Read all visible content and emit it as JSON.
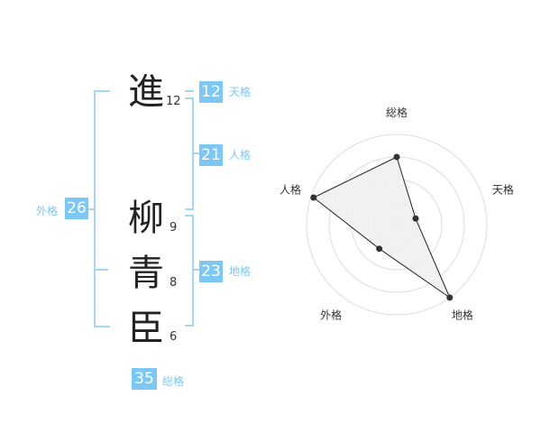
{
  "name": {
    "characters": [
      {
        "char": "進",
        "strokes": "12"
      },
      {
        "char": "柳",
        "strokes": "9"
      },
      {
        "char": "青",
        "strokes": "8"
      },
      {
        "char": "臣",
        "strokes": "6"
      }
    ]
  },
  "kakusu": {
    "tenkaku": {
      "label": "天格",
      "value": "12"
    },
    "jinkaku": {
      "label": "人格",
      "value": "21"
    },
    "chikaku": {
      "label": "地格",
      "value": "23"
    },
    "gaikaku": {
      "label": "外格",
      "value": "26"
    },
    "soukaku": {
      "label": "総格",
      "value": "35"
    }
  },
  "chart_data": {
    "type": "radar",
    "axes": [
      "総格",
      "天格",
      "地格",
      "外格",
      "人格"
    ],
    "values": [
      35,
      12,
      23,
      26,
      21
    ],
    "normalized": [
      0.75,
      0.22,
      1.0,
      0.33,
      0.97
    ],
    "rings": 4,
    "colors": {
      "fill": "#f0f0f0",
      "stroke": "#222222",
      "grid": "#dddddd",
      "point": "#333333"
    }
  }
}
